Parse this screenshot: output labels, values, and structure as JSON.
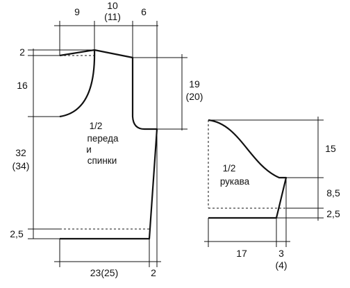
{
  "body_piece": {
    "title_fraction": "1/2",
    "title_line2": "переда",
    "title_line3": "и",
    "title_line4": "спинки",
    "top_left_width": "9",
    "neck_width": "10",
    "neck_width_alt": "(11)",
    "shoulder_width": "6",
    "shoulder_drop": "2",
    "armhole_depth": "16",
    "armhole_height": "19",
    "armhole_height_alt": "(20)",
    "side_length": "32",
    "side_length_alt": "(34)",
    "hem_height": "2,5",
    "bottom_width": "23(25)",
    "side_slope": "2"
  },
  "sleeve_piece": {
    "title_fraction": "1/2",
    "title_line2": "рукава",
    "cap_height": "15",
    "lower_height": "8,5",
    "cuff_height": "2,5",
    "bottom_width": "17",
    "side_slope": "3",
    "side_slope_alt": "(4)"
  }
}
